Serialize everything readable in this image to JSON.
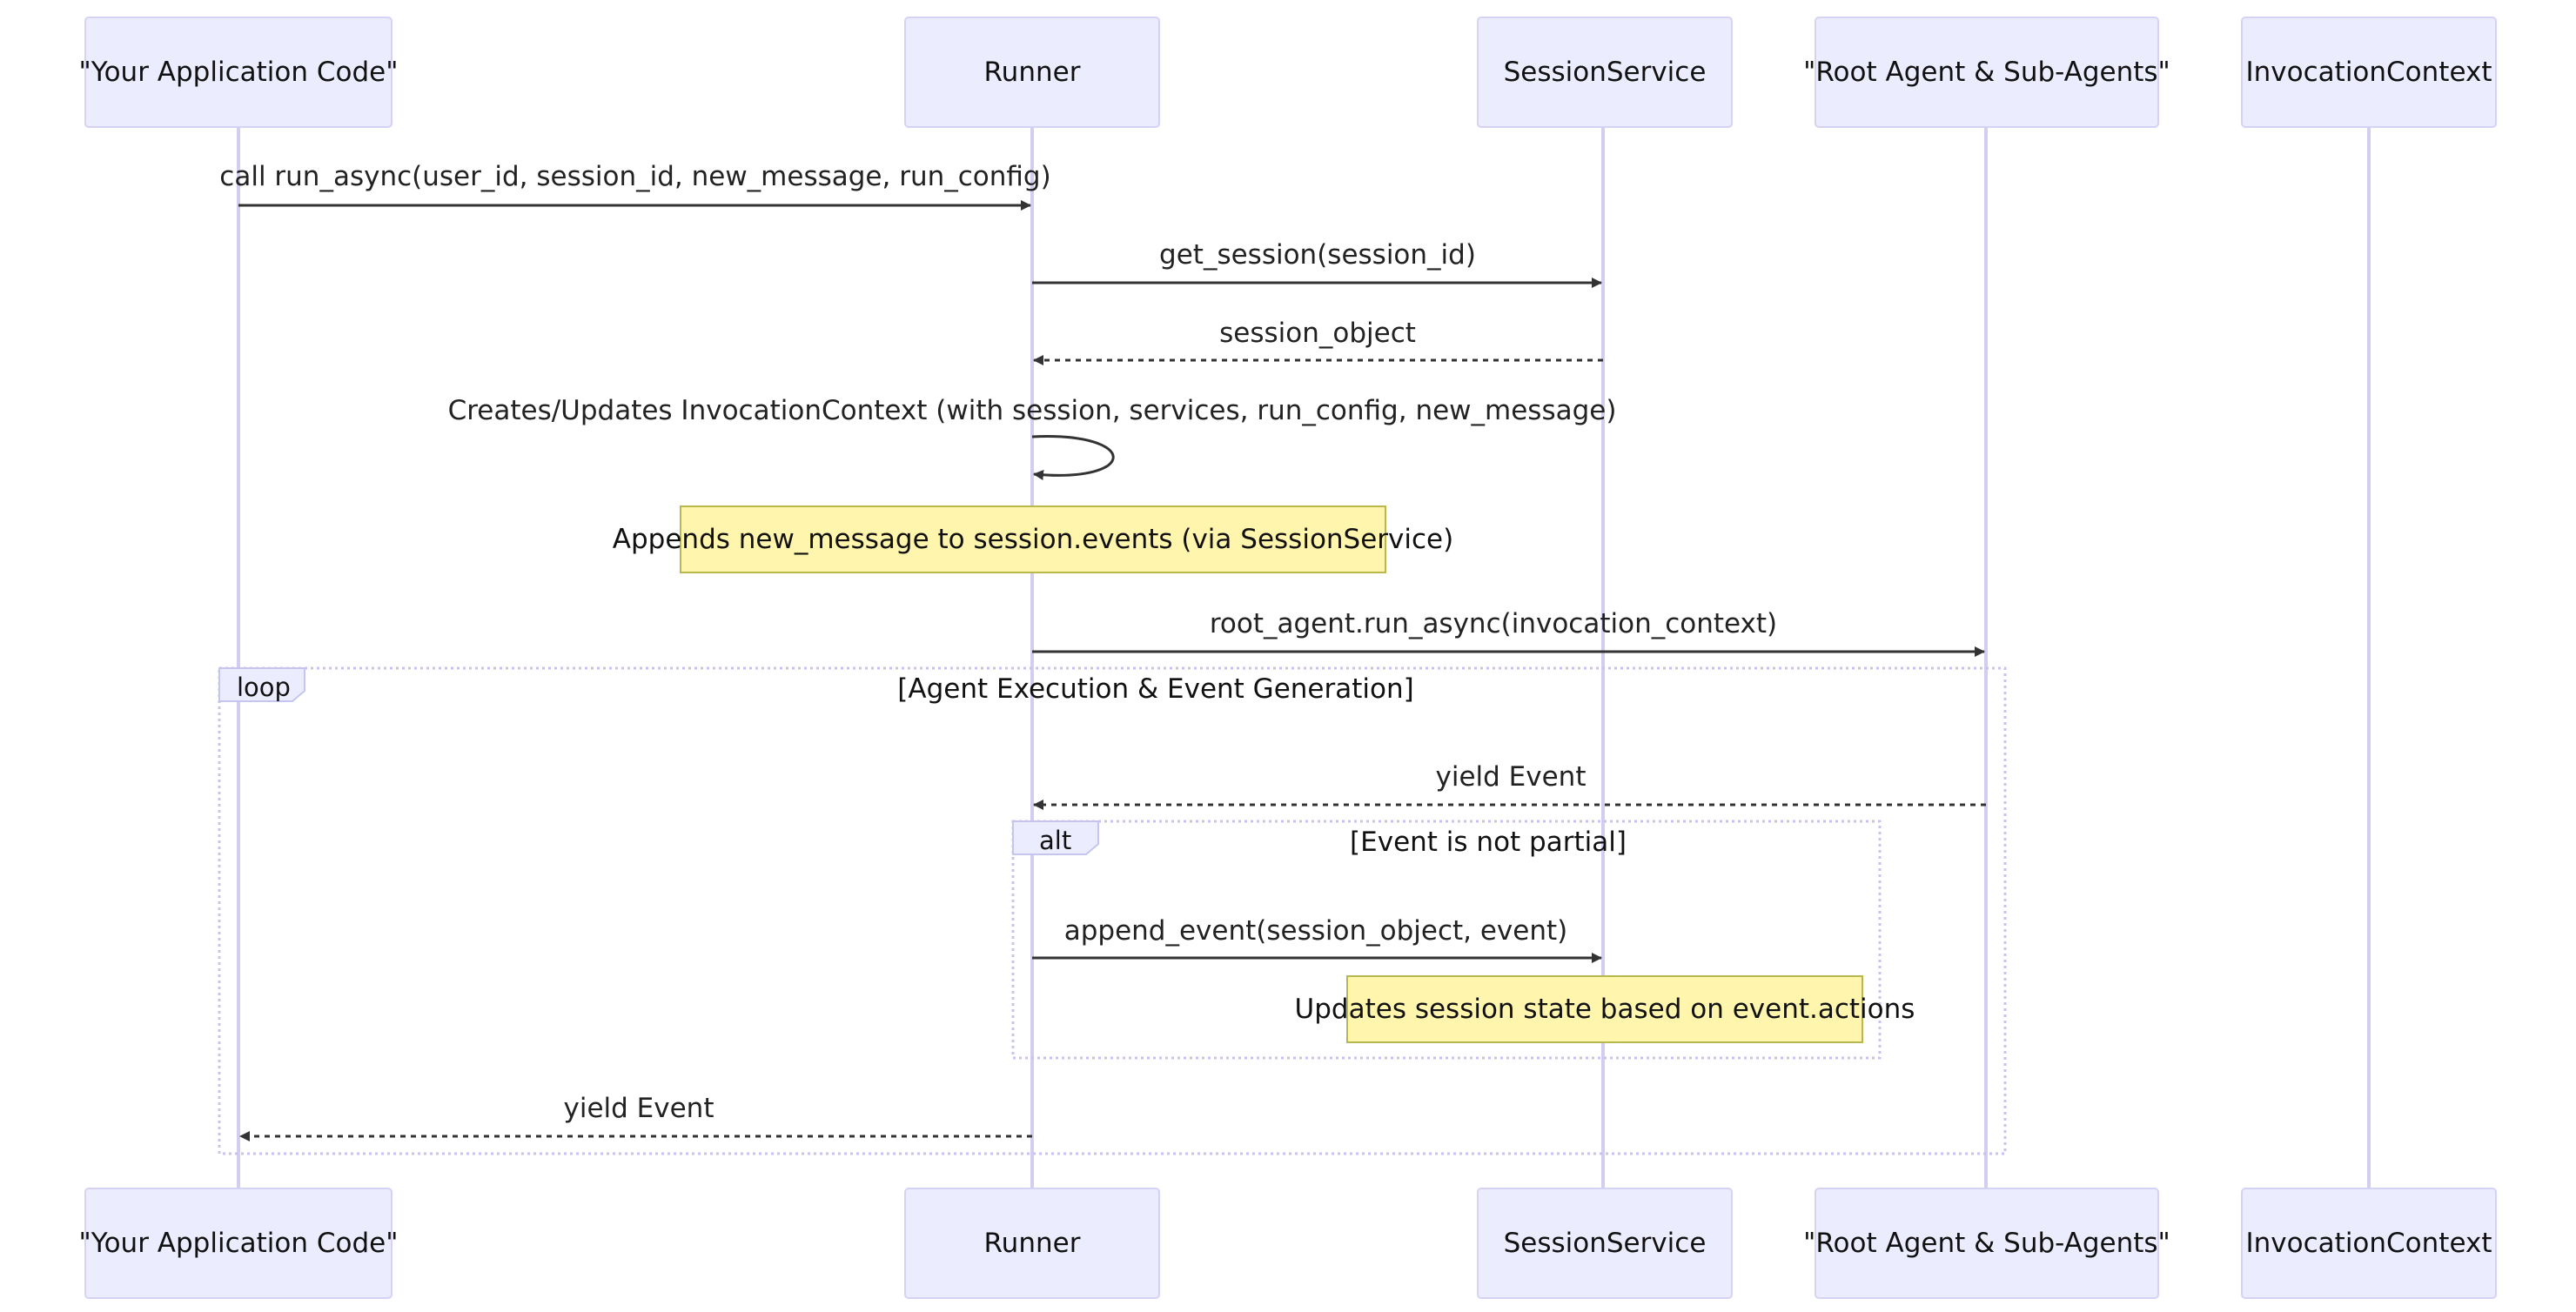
{
  "participants": [
    {
      "id": "app",
      "label": "\"Your Application Code\""
    },
    {
      "id": "runner",
      "label": "Runner"
    },
    {
      "id": "session",
      "label": "SessionService"
    },
    {
      "id": "agents",
      "label": "\"Root Agent & Sub-Agents\""
    },
    {
      "id": "ctx",
      "label": "InvocationContext"
    }
  ],
  "messages": [
    {
      "from": "app",
      "to": "runner",
      "label": "call run_async(user_id, session_id, new_message, run_config)",
      "style": "solid"
    },
    {
      "from": "runner",
      "to": "session",
      "label": "get_session(session_id)",
      "style": "solid"
    },
    {
      "from": "session",
      "to": "runner",
      "label": "session_object",
      "style": "dashed"
    },
    {
      "from": "runner",
      "to": "runner",
      "label": "Creates/Updates InvocationContext (with session, services, run_config, new_message)",
      "style": "self"
    },
    {
      "from": "runner",
      "to": "agents",
      "label": "root_agent.run_async(invocation_context)",
      "style": "solid"
    },
    {
      "from": "agents",
      "to": "runner",
      "label": "yield Event",
      "style": "dashed"
    },
    {
      "from": "runner",
      "to": "session",
      "label": "append_event(session_object, event)",
      "style": "solid"
    },
    {
      "from": "runner",
      "to": "app",
      "label": "yield Event",
      "style": "dashed"
    }
  ],
  "notes": [
    {
      "over": "runner",
      "text": "Appends new_message to session.events (via SessionService)"
    },
    {
      "over": "session",
      "text": "Updates session state based on event.actions"
    }
  ],
  "fragments": [
    {
      "kind": "loop",
      "condition": "[Agent Execution & Event Generation]"
    },
    {
      "kind": "alt",
      "condition": "[Event is not partial]"
    }
  ],
  "colors": {
    "actor_fill": "#ececff",
    "actor_border": "#d5d2f5",
    "lifeline": "#d3cdf2",
    "note_fill": "#fff5ad",
    "note_border": "#b8b84e",
    "message_line": "#333333"
  }
}
